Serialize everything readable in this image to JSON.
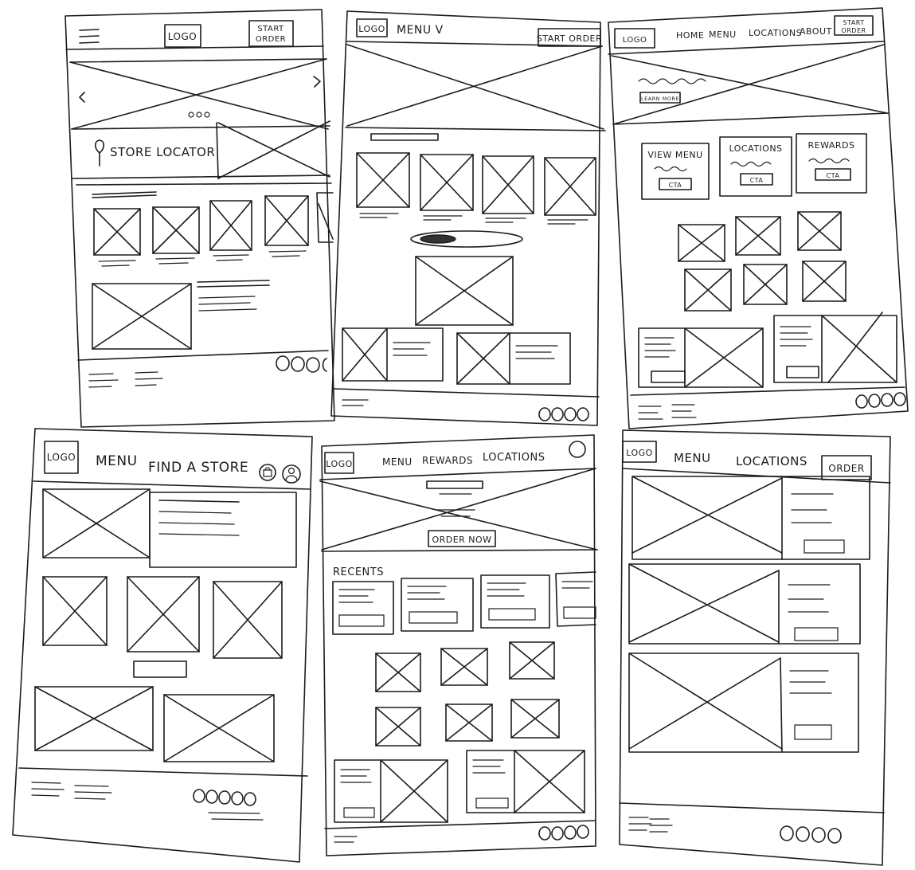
{
  "sketches": [
    {
      "id": "wireframe-1",
      "logo": "LOGO",
      "cta": [
        "START",
        "ORDER"
      ],
      "store_locator": "STORE LOCATOR"
    },
    {
      "id": "wireframe-2",
      "logo": "LOGO",
      "menu": "MENU V",
      "cta": "START ORDER"
    },
    {
      "id": "wireframe-3",
      "logo": "LOGO",
      "nav": [
        "HOME",
        "MENU",
        "LOCATIONS",
        "ABOUT"
      ],
      "cta": [
        "START",
        "ORDER"
      ],
      "learn_more": "LEARN MORE",
      "cards": [
        {
          "title": "VIEW MENU",
          "cta": "CTA"
        },
        {
          "title": "LOCATIONS",
          "cta": "CTA"
        },
        {
          "title": "REWARDS",
          "cta": "CTA"
        }
      ]
    },
    {
      "id": "wireframe-4",
      "logo": "LOGO",
      "nav": [
        "MENU",
        "FIND A STORE"
      ]
    },
    {
      "id": "wireframe-5",
      "logo": "LOGO",
      "nav": [
        "MENU",
        "REWARDS",
        "LOCATIONS"
      ],
      "cta": "ORDER NOW",
      "section": "RECENTS"
    },
    {
      "id": "wireframe-6",
      "logo": "LOGO",
      "nav": [
        "MENU",
        "LOCATIONS"
      ],
      "cta": "ORDER"
    }
  ]
}
